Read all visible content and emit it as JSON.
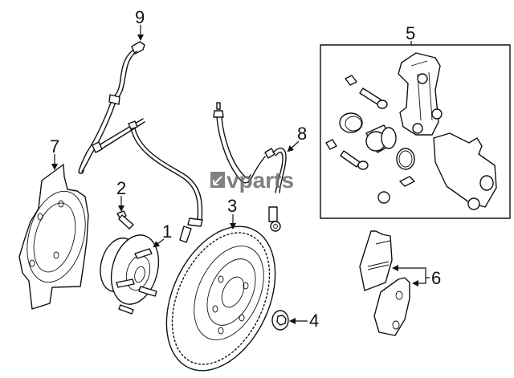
{
  "diagram": {
    "title": "Front brake components exploded view",
    "watermark": {
      "text": "vparts",
      "color": "#6b6b6b"
    },
    "callouts": [
      {
        "number": "1",
        "part": "hub-assembly"
      },
      {
        "number": "2",
        "part": "wheel-stud"
      },
      {
        "number": "3",
        "part": "brake-rotor"
      },
      {
        "number": "4",
        "part": "hub-nut"
      },
      {
        "number": "5",
        "part": "caliper-assembly"
      },
      {
        "number": "6",
        "part": "brake-pads"
      },
      {
        "number": "7",
        "part": "splash-shield"
      },
      {
        "number": "8",
        "part": "brake-hose"
      },
      {
        "number": "9",
        "part": "abs-sensor"
      }
    ],
    "line_color": "#111111",
    "background": "#ffffff"
  }
}
